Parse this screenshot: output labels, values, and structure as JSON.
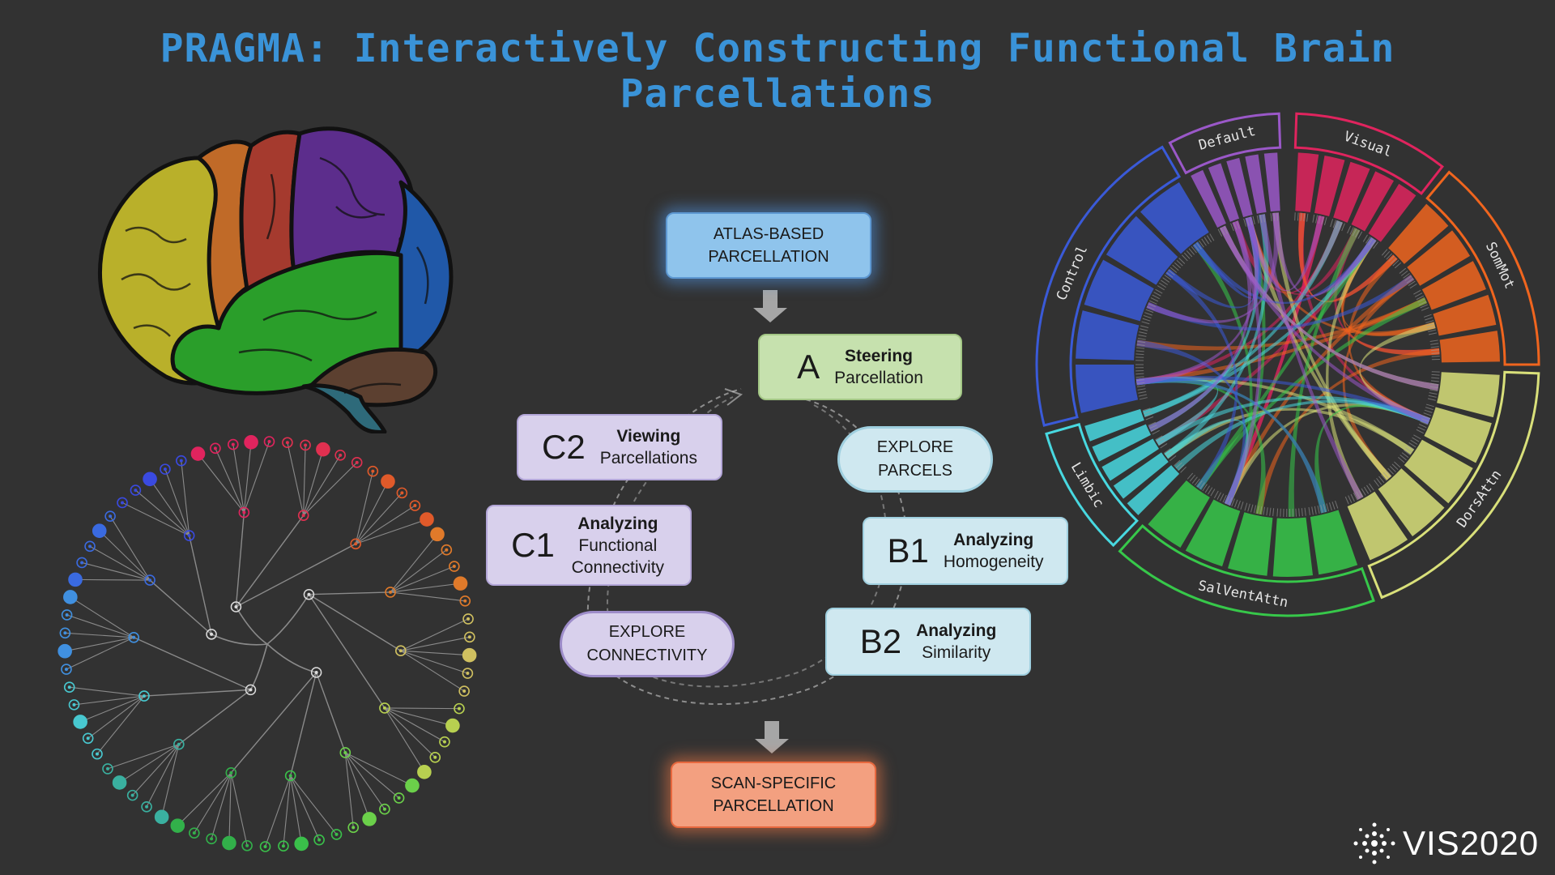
{
  "title": "PRAGMA: Interactively Constructing Functional Brain Parcellations",
  "flow": {
    "atlas": "ATLAS-BASED PARCELLATION",
    "scan": "SCAN-SPECIFIC PARCELLATION",
    "steps": {
      "A": {
        "letter": "A",
        "bold": "Steering",
        "rest": "Parcellation"
      },
      "C2": {
        "letter": "C2",
        "bold": "Viewing",
        "rest": "Parcellations"
      },
      "C1": {
        "letter": "C1",
        "bold": "Analyzing",
        "rest": "Functional Connectivity"
      },
      "B1": {
        "letter": "B1",
        "bold": "Analyzing",
        "rest": "Homogeneity"
      },
      "B2": {
        "letter": "B2",
        "bold": "Analyzing",
        "rest": "Similarity"
      }
    },
    "explore_parcels": "EXPLORE PARCELS",
    "explore_connectivity": "EXPLORE CONNECTIVITY"
  },
  "chord": {
    "labels": [
      "Visual",
      "SomMot",
      "DorsAttn",
      "SalVentAttn",
      "Limbic",
      "Control",
      "Default"
    ],
    "colors": {
      "Visual": "#e0245e",
      "SomMot": "#f0651e",
      "DorsAttn": "#d9e07a",
      "SalVentAttn": "#37c84a",
      "Limbic": "#48d8e0",
      "Control": "#3a5ad8",
      "Default": "#9a58c8"
    }
  },
  "brain": {
    "colors": {
      "frontal": "#b9b02a",
      "orange": "#c06a28",
      "red": "#a53a2e",
      "parietal": "#5c2d8c",
      "temporal": "#2a9e2a",
      "occipital": "#2058a8",
      "cerebellum": "#5c4030",
      "stem": "#2e6a7a"
    }
  },
  "logo": {
    "text": "VIS2020"
  }
}
